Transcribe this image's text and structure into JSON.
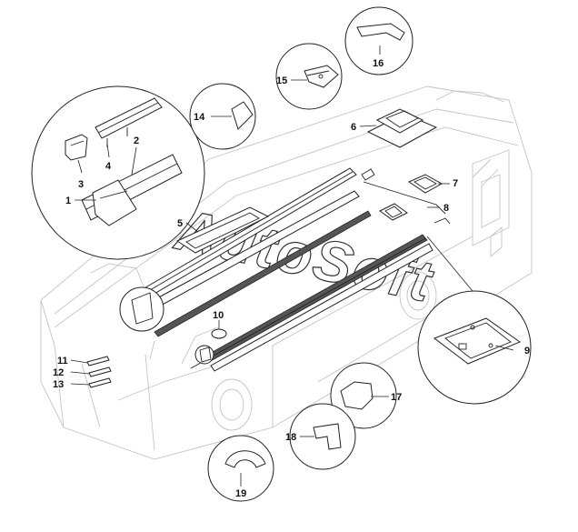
{
  "diagram": {
    "watermark": "AutoSoft",
    "callouts": [
      {
        "id": "1",
        "label": "1"
      },
      {
        "id": "2",
        "label": "2"
      },
      {
        "id": "3",
        "label": "3"
      },
      {
        "id": "4",
        "label": "4"
      },
      {
        "id": "5",
        "label": "5"
      },
      {
        "id": "6",
        "label": "6"
      },
      {
        "id": "7",
        "label": "7"
      },
      {
        "id": "8",
        "label": "8"
      },
      {
        "id": "9",
        "label": "9"
      },
      {
        "id": "10",
        "label": "10"
      },
      {
        "id": "11",
        "label": "11"
      },
      {
        "id": "12",
        "label": "12"
      },
      {
        "id": "13",
        "label": "13"
      },
      {
        "id": "14",
        "label": "14"
      },
      {
        "id": "15",
        "label": "15"
      },
      {
        "id": "16",
        "label": "16"
      },
      {
        "id": "17",
        "label": "17"
      },
      {
        "id": "18",
        "label": "18"
      },
      {
        "id": "19",
        "label": "19"
      }
    ]
  }
}
